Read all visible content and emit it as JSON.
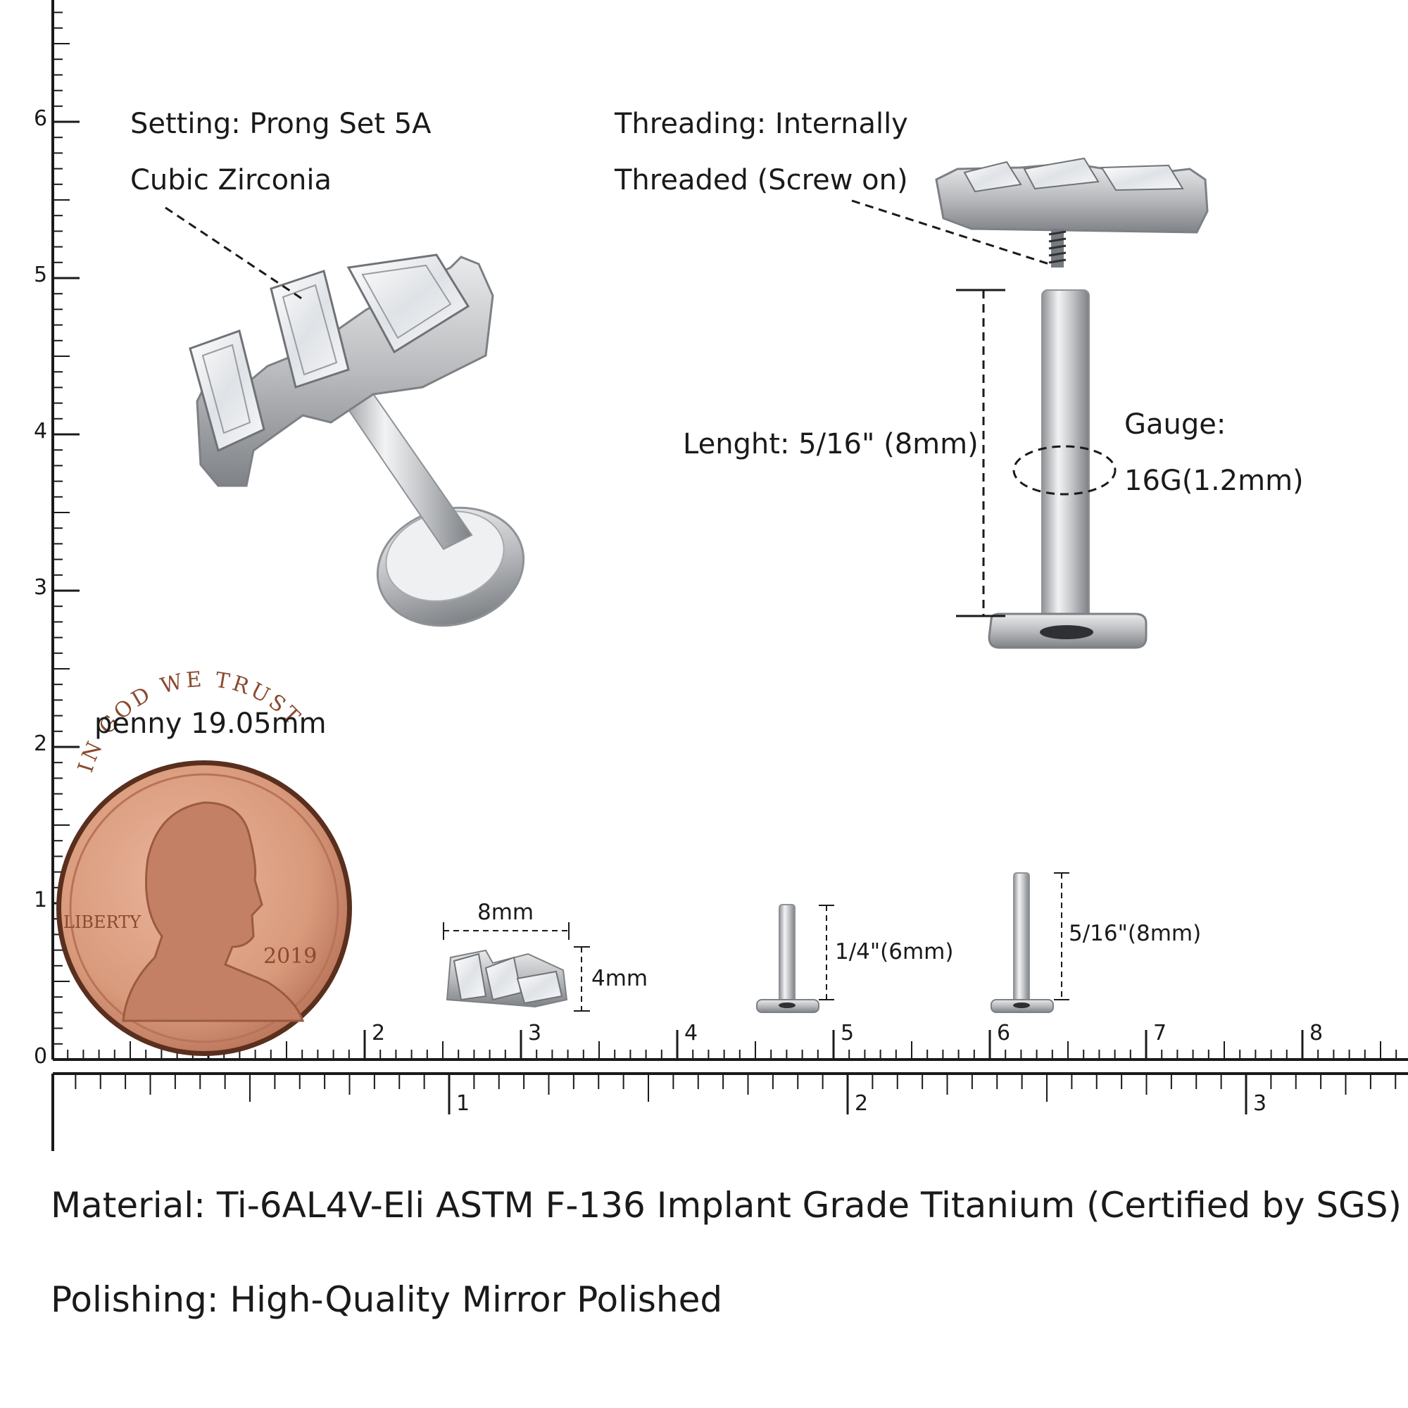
{
  "callouts": {
    "setting_line1": "Setting: Prong Set 5A",
    "setting_line2": "Cubic Zirconia",
    "threading_line1": "Threading: Internally",
    "threading_line2": "Threaded (Screw on)",
    "length": "Lenght: 5/16\" (8mm)",
    "gauge_line1": "Gauge:",
    "gauge_line2": "16G(1.2mm)",
    "penny": "penny 19.05mm"
  },
  "size_labels": {
    "top_width": "8mm",
    "top_height": "4mm",
    "post_short": "1/4\"(6mm)",
    "post_long": "5/16\"(8mm)"
  },
  "coin": {
    "motto": "IN GOD WE TRUST",
    "liberty": "LIBERTY",
    "year": "2019",
    "color": "#d99a7c"
  },
  "ruler": {
    "vertical_labels": [
      "0",
      "1",
      "2",
      "3",
      "4",
      "5",
      "6"
    ],
    "cm_labels": [
      "2",
      "3",
      "4",
      "5",
      "6",
      "7",
      "8"
    ],
    "inch_labels": [
      "1",
      "2",
      "3"
    ]
  },
  "specs": {
    "material": "Material: Ti-6AL4V-Eli ASTM F-136 Implant Grade Titanium (Certified by SGS)",
    "polishing": "Polishing: High-Quality Mirror Polished"
  },
  "colors": {
    "ink": "#1a1a1a",
    "metal": "#c9cbce",
    "metal_dark": "#8f9296"
  }
}
